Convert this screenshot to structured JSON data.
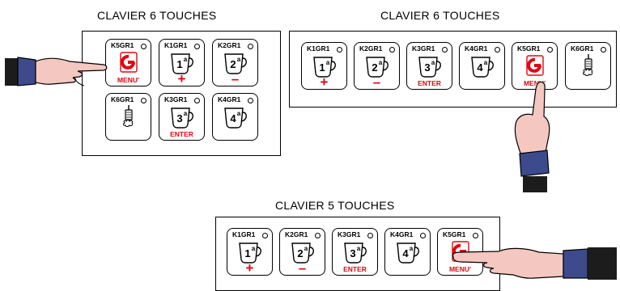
{
  "colors": {
    "accent": "#e30613",
    "cuff": "#3d4a8c",
    "skin": "#f4c7c1"
  },
  "panel_a": {
    "title": "CLAVIER 6 TOUCHES",
    "keys": [
      {
        "code": "K5GR1",
        "icon": "menu-icon",
        "sub": "MENU'"
      },
      {
        "code": "K1GR1",
        "icon": "cup-icon",
        "label": "1",
        "sup": "a",
        "sub": "+"
      },
      {
        "code": "K2GR1",
        "icon": "cup-icon",
        "label": "2",
        "sup": "a",
        "sub": "–"
      },
      {
        "code": "K6GR1",
        "icon": "steam-wand-icon",
        "sub": ""
      },
      {
        "code": "K3GR1",
        "icon": "cup-icon",
        "label": "3",
        "sup": "a",
        "sub": "ENTER"
      },
      {
        "code": "K4GR1",
        "icon": "cup-icon",
        "label": "4",
        "sup": "a",
        "sub": ""
      }
    ]
  },
  "panel_b": {
    "title": "CLAVIER 6 TOUCHES",
    "keys": [
      {
        "code": "K1GR1",
        "icon": "cup-icon",
        "label": "1",
        "sup": "a",
        "sub": "+"
      },
      {
        "code": "K2GR1",
        "icon": "cup-icon",
        "label": "2",
        "sup": "a",
        "sub": "–"
      },
      {
        "code": "K3GR1",
        "icon": "cup-icon",
        "label": "3",
        "sup": "a",
        "sub": "ENTER"
      },
      {
        "code": "K4GR1",
        "icon": "cup-icon",
        "label": "4",
        "sup": "a",
        "sub": ""
      },
      {
        "code": "K5GR1",
        "icon": "menu-icon",
        "sub": "MENU'"
      },
      {
        "code": "K6GR1",
        "icon": "steam-wand-icon",
        "sub": ""
      }
    ]
  },
  "panel_c": {
    "title": "CLAVIER 5 TOUCHES",
    "keys": [
      {
        "code": "K1GR1",
        "icon": "cup-icon",
        "label": "1",
        "sup": "a",
        "sub": "+"
      },
      {
        "code": "K2GR1",
        "icon": "cup-icon",
        "label": "2",
        "sup": "a",
        "sub": "–"
      },
      {
        "code": "K3GR1",
        "icon": "cup-icon",
        "label": "3",
        "sup": "a",
        "sub": "ENTER"
      },
      {
        "code": "K4GR1",
        "icon": "cup-icon",
        "label": "4",
        "sup": "a",
        "sub": ""
      },
      {
        "code": "K5GR1",
        "icon": "menu-icon",
        "sub": "MENU'"
      }
    ]
  }
}
